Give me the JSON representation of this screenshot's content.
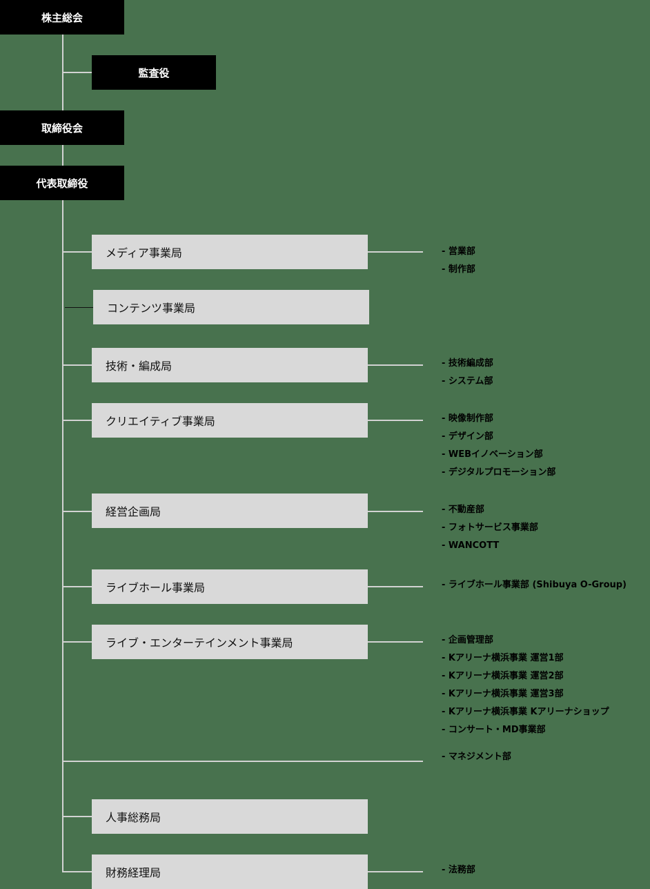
{
  "top": {
    "shareholders": "株主総会",
    "auditor": "監査役",
    "board": "取締役会",
    "ceo": "代表取締役"
  },
  "bureaus": [
    {
      "label": "メディア事業局",
      "departments": [
        "- 営業部",
        "- 制作部"
      ]
    },
    {
      "label": "コンテンツ事業局",
      "departments": []
    },
    {
      "label": "技術・編成局",
      "departments": [
        "- 技術編成部",
        "- システム部"
      ]
    },
    {
      "label": "クリエイティブ事業局",
      "departments": [
        "- 映像制作部",
        "- デザイン部",
        "- WEBイノベーション部",
        "- デジタルプロモーション部"
      ]
    },
    {
      "label": "経営企画局",
      "departments": [
        "- 不動産部",
        "- フォトサービス事業部",
        "- WANCOTT"
      ]
    },
    {
      "label": "ライブホール事業局",
      "departments": [
        "- ライブホール事業部 (Shibuya O-Group)"
      ]
    },
    {
      "label": "ライブ・エンターテインメント事業局",
      "departments": [
        "- 企画管理部",
        "- Kアリーナ横浜事業 運営1部",
        "- Kアリーナ横浜事業 運営2部",
        "- Kアリーナ横浜事業 運営3部",
        "- Kアリーナ横浜事業 Kアリーナショップ",
        "- コンサート・MD事業部"
      ]
    },
    {
      "label": "人事総務局",
      "departments": []
    },
    {
      "label": "財務経理局",
      "departments": [
        "- 法務部"
      ]
    }
  ],
  "direct_department": "- マネジメント部",
  "colors": {
    "background": "#48724e",
    "top_box": "#000000",
    "bureau_box": "#d9d9d9",
    "line": "#d3d3d3"
  }
}
